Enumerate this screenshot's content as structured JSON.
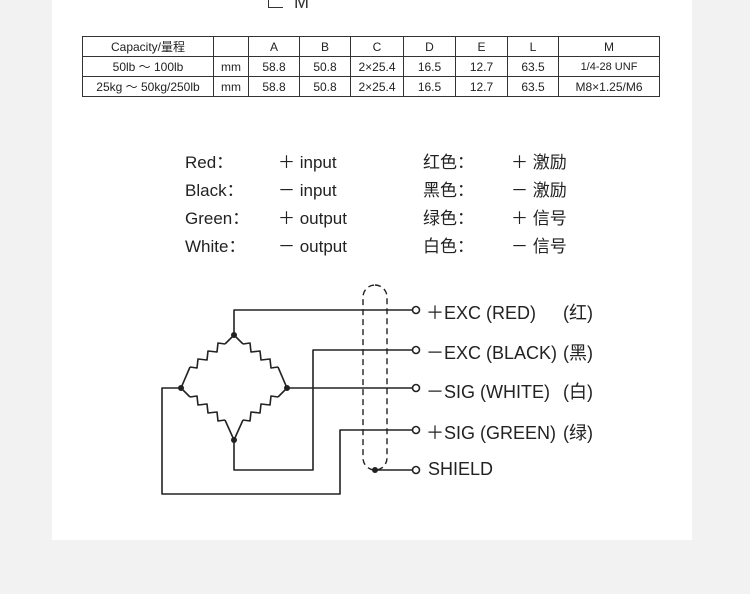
{
  "top_fragment": "M",
  "table": {
    "header": [
      "Capacity/量程",
      "",
      "A",
      "B",
      "C",
      "D",
      "E",
      "L",
      "M"
    ],
    "rows": [
      [
        "50lb ～ 100lb",
        "mm",
        "58.8",
        "50.8",
        "2×25.4",
        "16.5",
        "12.7",
        "63.5",
        "1/4-28 UNF"
      ],
      [
        "25kg ～ 50kg/250lb",
        "mm",
        "58.8",
        "50.8",
        "2×25.4",
        "16.5",
        "12.7",
        "63.5",
        "M8×1.25/M6"
      ]
    ]
  },
  "wire_colors": [
    {
      "en": "Red：",
      "en_val": "＋ input",
      "cn": "红色：",
      "cn_val": "＋ 激励"
    },
    {
      "en": "Black：",
      "en_val": "－ input",
      "cn": "黑色：",
      "cn_val": "－ 激励"
    },
    {
      "en": "Green：",
      "en_val": "＋ output",
      "cn": "绿色：",
      "cn_val": "＋ 信号"
    },
    {
      "en": "White：",
      "en_val": "－ output",
      "cn": "白色：",
      "cn_val": "－ 信号"
    }
  ],
  "diagram_labels": [
    {
      "text": "＋EXC (RED)",
      "cn": "(红)"
    },
    {
      "text": "－EXC (BLACK)",
      "cn": "(黑)"
    },
    {
      "text": "－SIG (WHITE)",
      "cn": "(白)"
    },
    {
      "text": "＋SIG (GREEN)",
      "cn": "(绿)"
    },
    {
      "text": "SHIELD",
      "cn": ""
    }
  ]
}
